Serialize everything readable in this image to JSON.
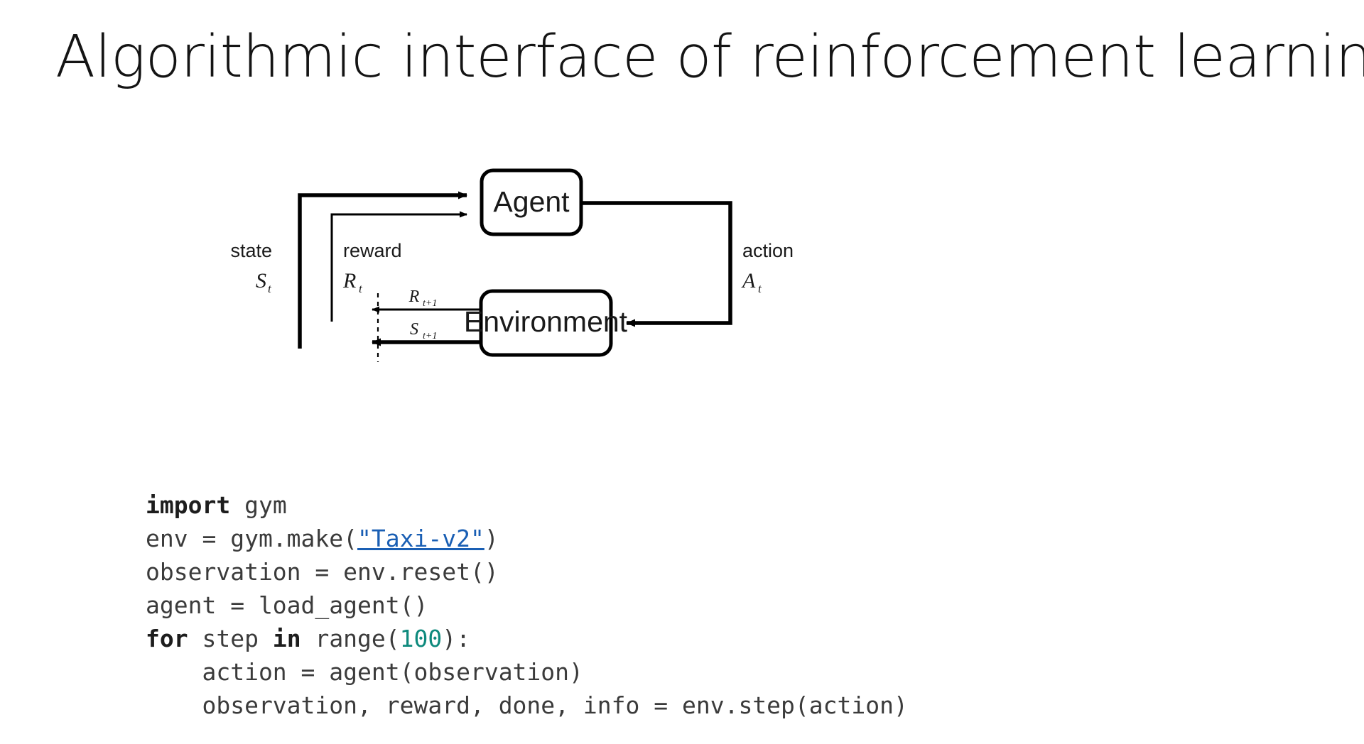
{
  "slide": {
    "title": "Algorithmic interface of reinforcement learning",
    "background_color": "#ffffff"
  },
  "diagram": {
    "name": "agent-environment-interaction-loop",
    "boxes": [
      {
        "id": "agent",
        "label": "Agent"
      },
      {
        "id": "environment",
        "label": "Environment"
      }
    ],
    "edge_labels": [
      {
        "id": "state",
        "word": "state",
        "symbol": "S",
        "subscript": "t"
      },
      {
        "id": "reward",
        "word": "reward",
        "symbol": "R",
        "subscript": "t"
      },
      {
        "id": "action",
        "word": "action",
        "symbol": "A",
        "subscript": "t"
      },
      {
        "id": "reward-next",
        "word": "",
        "symbol": "R",
        "subscript": "t+1"
      },
      {
        "id": "state-next",
        "word": "",
        "symbol": "S",
        "subscript": "t+1"
      }
    ],
    "line_color": "#000000",
    "box_fill": "#ffffff"
  },
  "code": {
    "language": "python",
    "link_color": "#1a5fb4",
    "number_color": "#0e8a7d",
    "text_color": "#3b3b3b",
    "lines": [
      {
        "id": "line-1",
        "tokens": [
          {
            "t": "import",
            "style": "keyword"
          },
          {
            "t": " gym",
            "style": "plain"
          }
        ]
      },
      {
        "id": "line-2",
        "tokens": [
          {
            "t": "env = gym.make(",
            "style": "plain"
          },
          {
            "t": "\"Taxi-v2\"",
            "style": "link"
          },
          {
            "t": ")",
            "style": "plain"
          }
        ]
      },
      {
        "id": "line-3",
        "tokens": [
          {
            "t": "observation = env.reset()",
            "style": "plain"
          }
        ]
      },
      {
        "id": "line-4",
        "tokens": [
          {
            "t": "agent = load_agent()",
            "style": "plain"
          }
        ]
      },
      {
        "id": "line-5",
        "tokens": [
          {
            "t": "for",
            "style": "keyword"
          },
          {
            "t": " step ",
            "style": "plain"
          },
          {
            "t": "in",
            "style": "keyword"
          },
          {
            "t": " range(",
            "style": "plain"
          },
          {
            "t": "100",
            "style": "number"
          },
          {
            "t": "):",
            "style": "plain"
          }
        ]
      },
      {
        "id": "line-6",
        "tokens": [
          {
            "t": "    action = agent(observation)",
            "style": "plain"
          }
        ]
      },
      {
        "id": "line-7",
        "tokens": [
          {
            "t": "    observation, reward, done, info = env.step(action)",
            "style": "plain"
          }
        ]
      }
    ]
  }
}
